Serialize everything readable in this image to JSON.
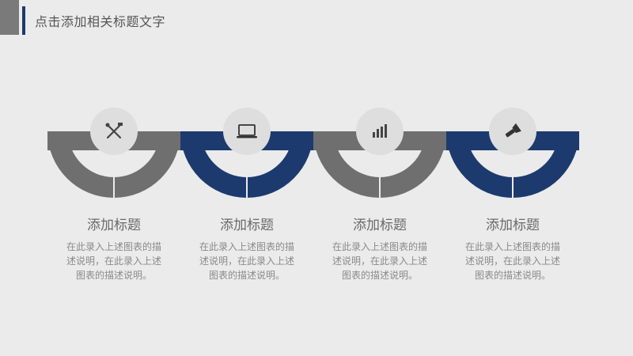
{
  "header": {
    "title": "点击添加相关标题文字"
  },
  "colors": {
    "gray": "#6f6f6f",
    "navy": "#1c3a6e",
    "circle": "#dedede",
    "background": "#ebebeb"
  },
  "items": [
    {
      "title": "添加标题",
      "desc": "在此录入上述图表的描述说明，在此录入上述图表的描述说明。",
      "icon": "tools-icon",
      "color": "gray"
    },
    {
      "title": "添加标题",
      "desc": "在此录入上述图表的描述说明，在此录入上述图表的描述说明。",
      "icon": "laptop-icon",
      "color": "navy"
    },
    {
      "title": "添加标题",
      "desc": "在此录入上述图表的描述说明，在此录入上述图表的描述说明。",
      "icon": "bar-chart-icon",
      "color": "gray"
    },
    {
      "title": "添加标题",
      "desc": "在此录入上述图表的描述说明，在此录入上述图表的描述说明。",
      "icon": "flashlight-icon",
      "color": "navy"
    }
  ]
}
